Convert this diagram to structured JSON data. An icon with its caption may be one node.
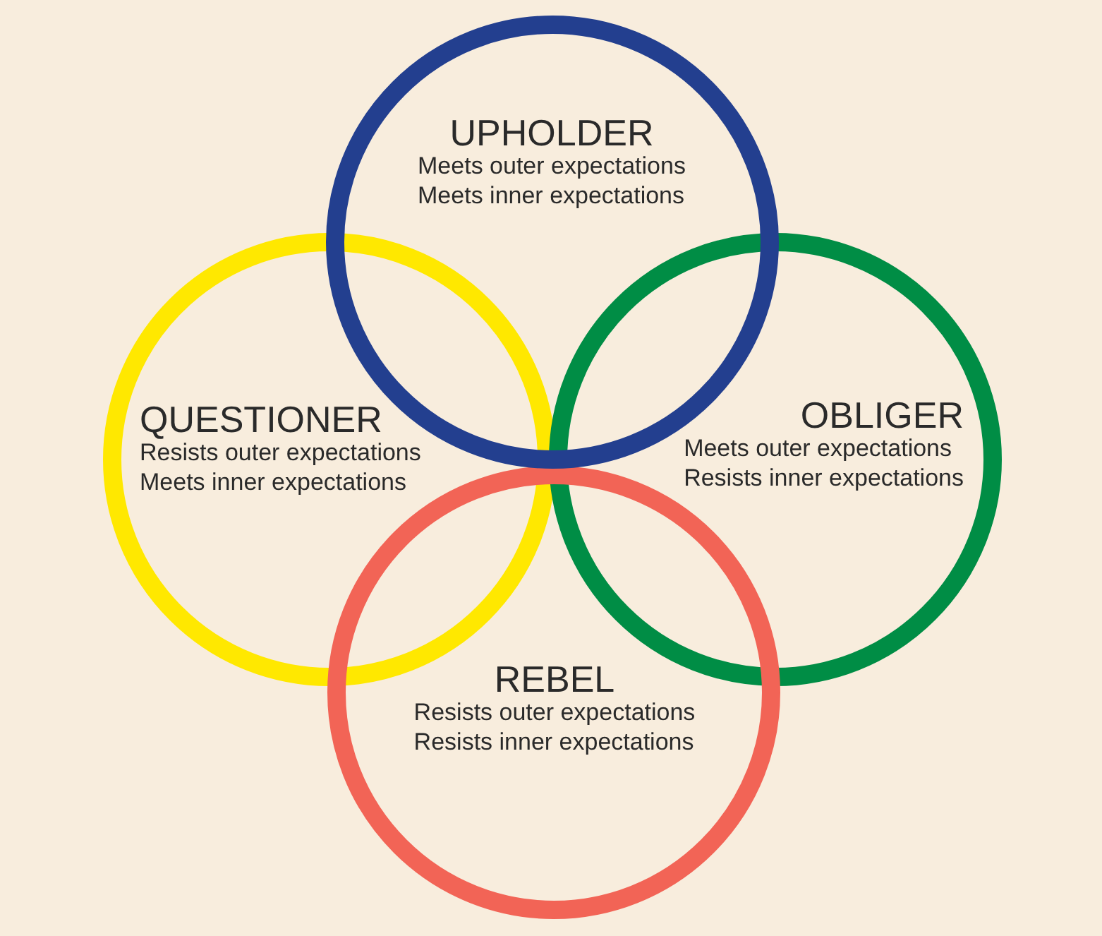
{
  "diagram": {
    "nodes": [
      {
        "text": [
          "UPHOLDER",
          "Meets outer expectations",
          "Meets inner expectations"
        ]
      },
      {
        "text": [
          "QUESTIONER",
          "Resists outer expectations",
          "Meets inner expectations"
        ]
      },
      {
        "text": [
          "OBLIGER",
          "Meets outer expectations",
          "Resists inner expectations"
        ]
      },
      {
        "text": [
          "REBEL",
          "Resists outer expectations",
          "Resists inner expectations"
        ]
      }
    ]
  }
}
